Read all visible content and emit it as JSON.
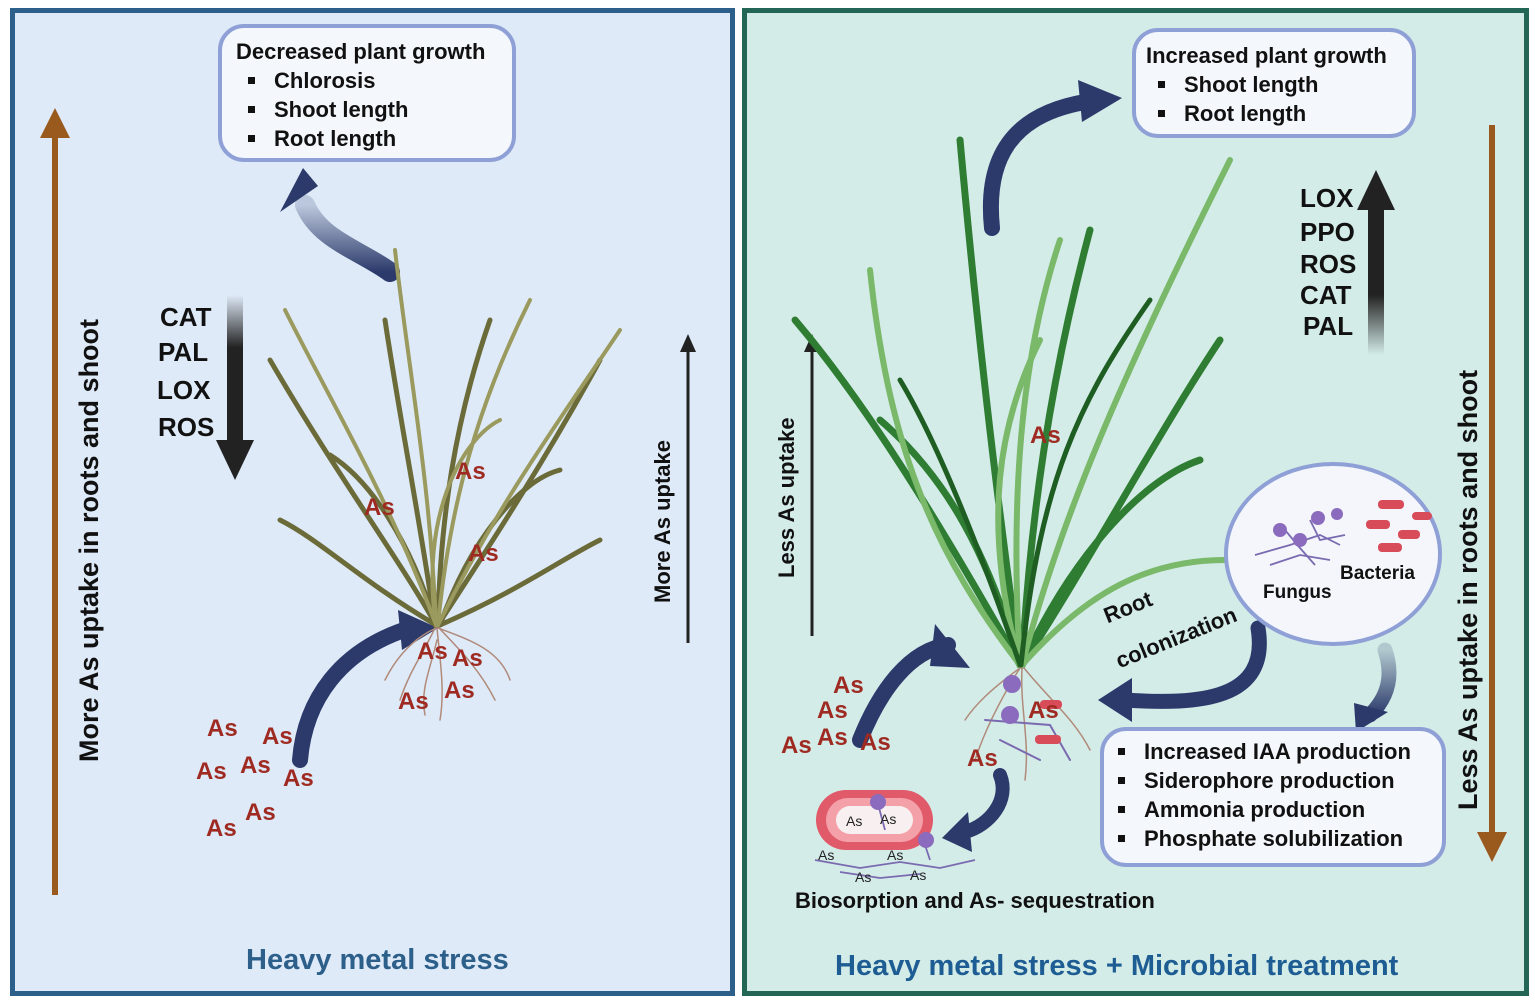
{
  "left": {
    "box_title": "Decreased plant growth",
    "box_items": [
      "Chlorosis",
      "Shoot length",
      "Root length"
    ],
    "enzymes": [
      "CAT",
      "PAL",
      "LOX",
      "ROS"
    ],
    "side_label": "More As uptake in roots and shoot",
    "uptake_label": "More As uptake",
    "caption": "Heavy metal stress",
    "as_label": "As"
  },
  "right": {
    "box_title": "Increased plant growth",
    "box_items": [
      "Shoot length",
      "Root length"
    ],
    "enzymes": [
      "LOX",
      "PPO",
      "ROS",
      "CAT",
      "PAL"
    ],
    "side_label": "Less As uptake in roots and shoot",
    "uptake_label": "Less As uptake",
    "fungus_label": "Fungus",
    "bacteria_label": "Bacteria",
    "colonization_label_1": "Root",
    "colonization_label_2": "colonization",
    "benefits": [
      "Increased IAA production",
      "Siderophore production",
      "Ammonia production",
      "Phosphate solubilization"
    ],
    "biosorption_label": "Biosorption and As- sequestration",
    "caption": "Heavy metal stress + Microbial treatment",
    "as_label": "As"
  },
  "colors": {
    "left_bg": "#dfeaf8",
    "right_bg": "#d4ece8",
    "left_border": "#2c5f8a",
    "right_border": "#236656",
    "as_red": "#9e2a22",
    "arrow_navy": "#2b3a6b",
    "side_arrow_brown": "#9a5a1e"
  }
}
